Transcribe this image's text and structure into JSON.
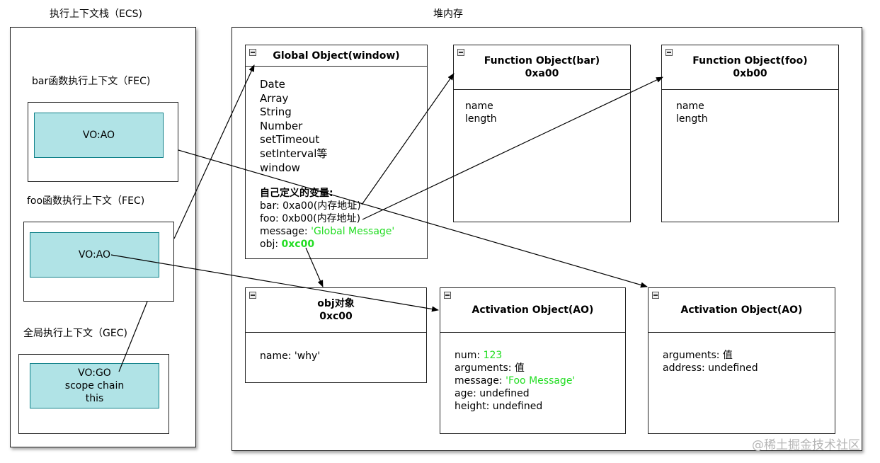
{
  "ecs": {
    "title": "执行上下文栈（ECS)",
    "bar_ctx_label": "bar函数执行上下文（FEC)",
    "bar_vo": "VO:AO",
    "foo_ctx_label": "foo函数执行上下文（FEC)",
    "foo_vo": "VO:AO",
    "global_ctx_label": "全局执行上下文（GEC)",
    "global_lines": [
      "VO:GO",
      "scope chain",
      "this"
    ]
  },
  "heap": {
    "title": "堆内存",
    "global_object": {
      "header": "Global Object(window)",
      "builtins": [
        "Date",
        "Array",
        "String",
        "Number",
        "setTimeout",
        "setInterval等",
        "window"
      ],
      "custom_title": "自己定义的变量:",
      "bar_line": "bar: 0xa00(内存地址)",
      "foo_line": "foo: 0xb00(内存地址)",
      "message_key": "message: ",
      "message_value": "'Global Message'",
      "obj_key": "obj: ",
      "obj_value": "0xc00"
    },
    "func_bar": {
      "name": "Function Object(bar)",
      "addr": "0xa00",
      "props": [
        "name",
        "length"
      ]
    },
    "func_foo": {
      "name": "Function Object(foo)",
      "addr": "0xb00",
      "props": [
        "name",
        "length"
      ]
    },
    "obj_object": {
      "name": "obj对象",
      "addr": "0xc00",
      "prop": "name: 'why'"
    },
    "ao_foo": {
      "header": "Activation Object(AO)",
      "num_key": "num: ",
      "num_value": "123",
      "arguments": "arguments: 值",
      "message_key": "message: ",
      "message_value": "'Foo Message'",
      "age": "age: undefined",
      "height": "height: undefined"
    },
    "ao_bar": {
      "header": "Activation Object(AO)",
      "arguments": "arguments: 值",
      "address": "address: undefined"
    }
  },
  "watermark": "@稀土掘金技术社区",
  "colors": {
    "teal_fill": "#b0e3e6",
    "teal_border": "#0e8088",
    "highlight_green": "#22dd22"
  }
}
